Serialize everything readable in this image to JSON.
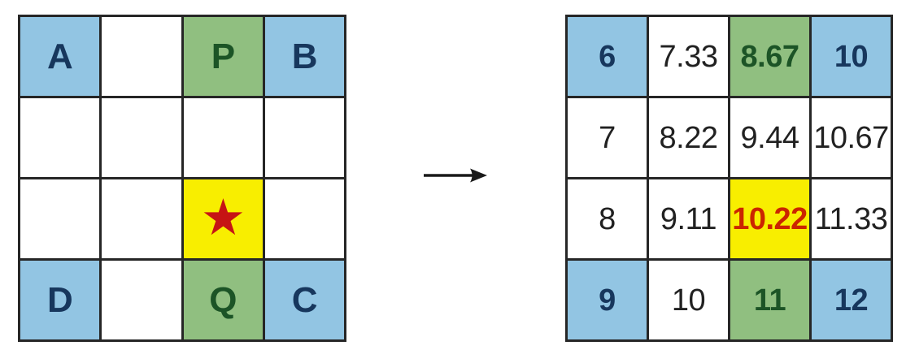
{
  "left_grid": {
    "rows": [
      [
        {
          "v": "A",
          "bg": "blue"
        },
        {
          "v": "",
          "bg": "white"
        },
        {
          "v": "P",
          "bg": "green"
        },
        {
          "v": "B",
          "bg": "blue"
        }
      ],
      [
        {
          "v": "",
          "bg": "white"
        },
        {
          "v": "",
          "bg": "white"
        },
        {
          "v": "",
          "bg": "white"
        },
        {
          "v": "",
          "bg": "white"
        }
      ],
      [
        {
          "v": "",
          "bg": "white"
        },
        {
          "v": "",
          "bg": "white"
        },
        {
          "v": "",
          "bg": "yellow",
          "icon": "star"
        },
        {
          "v": "",
          "bg": "white"
        }
      ],
      [
        {
          "v": "D",
          "bg": "blue"
        },
        {
          "v": "",
          "bg": "white"
        },
        {
          "v": "Q",
          "bg": "green"
        },
        {
          "v": "C",
          "bg": "blue"
        }
      ]
    ]
  },
  "right_grid": {
    "rows": [
      [
        {
          "v": "6",
          "bg": "blue"
        },
        {
          "v": "7.33",
          "bg": "white"
        },
        {
          "v": "8.67",
          "bg": "green"
        },
        {
          "v": "10",
          "bg": "blue"
        }
      ],
      [
        {
          "v": "7",
          "bg": "white"
        },
        {
          "v": "8.22",
          "bg": "white"
        },
        {
          "v": "9.44",
          "bg": "white"
        },
        {
          "v": "10.67",
          "bg": "white"
        }
      ],
      [
        {
          "v": "8",
          "bg": "white"
        },
        {
          "v": "9.11",
          "bg": "white"
        },
        {
          "v": "10.22",
          "bg": "yellow"
        },
        {
          "v": "11.33",
          "bg": "white"
        }
      ],
      [
        {
          "v": "9",
          "bg": "blue"
        },
        {
          "v": "10",
          "bg": "white"
        },
        {
          "v": "11",
          "bg": "green"
        },
        {
          "v": "12",
          "bg": "blue"
        }
      ]
    ]
  },
  "arrow": {
    "icon": "right-arrow"
  },
  "glyphs": {
    "star": "★"
  },
  "colors": {
    "background": "#ffffff",
    "grid-line": "#262626",
    "cell-blue": "#92c5e3",
    "cell-green": "#90bf80",
    "cell-yellow": "#f8ee00",
    "cell-white": "#ffffff",
    "text-navy": "#17375d",
    "text-green": "#1c5426",
    "text-black": "#212121",
    "text-red": "#cb2500",
    "star-red": "#c61414",
    "arrow-black": "#1a1a1a"
  }
}
